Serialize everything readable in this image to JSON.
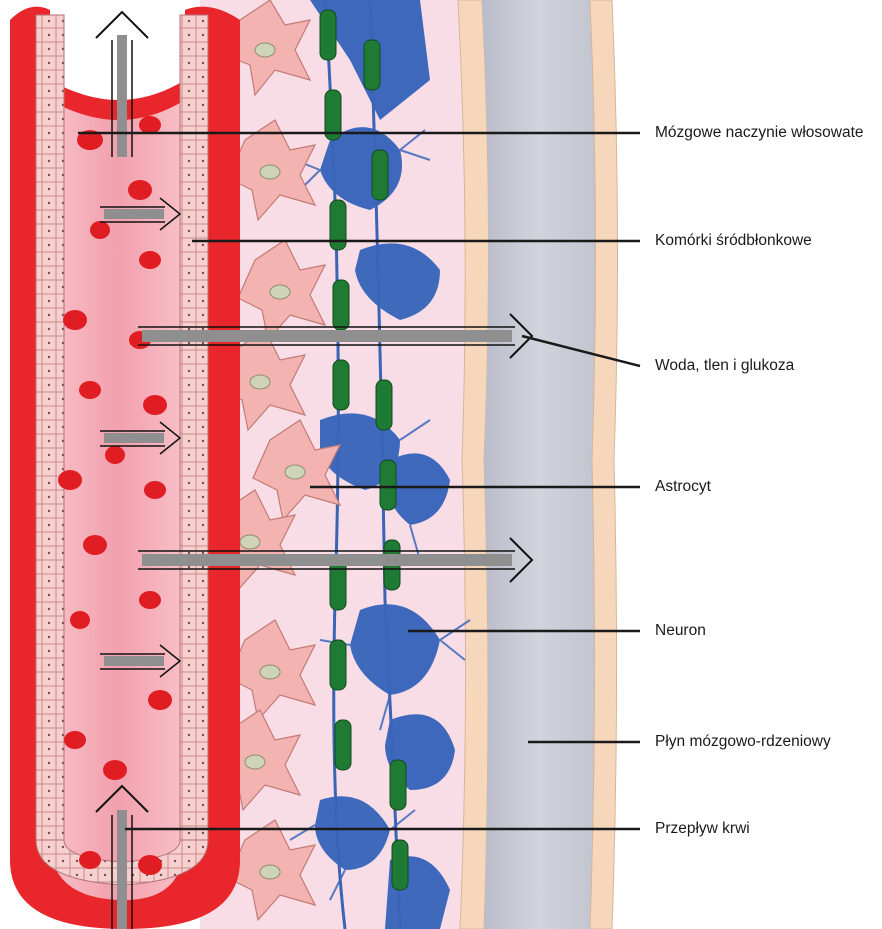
{
  "labels": {
    "capillary": "Mózgowe naczynie włosowate",
    "endothelial": "Komórki śródbłonkowe",
    "transport": "Woda, tlen i glukoza",
    "astrocyte": "Astrocyt",
    "neuron": "Neuron",
    "csf": "Płyn mózgowo-rdzeniowy",
    "blood_flow": "Przepływ krwi"
  },
  "colors": {
    "blood": "#e8262b",
    "plasma": "#f2a6b0",
    "endothelium": "#f6cfcf",
    "astrocyte": "#f3b3b0",
    "neuron": "#2f5fb8",
    "myelin": "#1f7a34",
    "tissue": "#f8dde6",
    "membrane": "#f6d7bc",
    "csf": "#c7c9d4",
    "arrow": "#8f8f8f"
  },
  "icons": {
    "arrow_up": "arrow-up-icon",
    "arrow_right": "arrow-right-icon"
  }
}
